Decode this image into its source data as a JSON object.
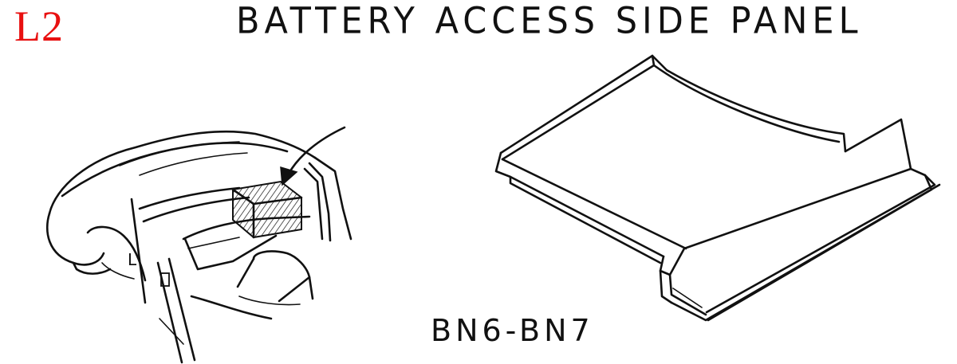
{
  "header": {
    "code": "L2",
    "title": "BATTERY ACCESS SIDE PANEL"
  },
  "footer": {
    "model": "BN6-BN7"
  },
  "illustration_left": {
    "marker_letter": "L"
  },
  "colors": {
    "code_label": "#e81010",
    "ink": "#111111",
    "background": "#ffffff"
  }
}
